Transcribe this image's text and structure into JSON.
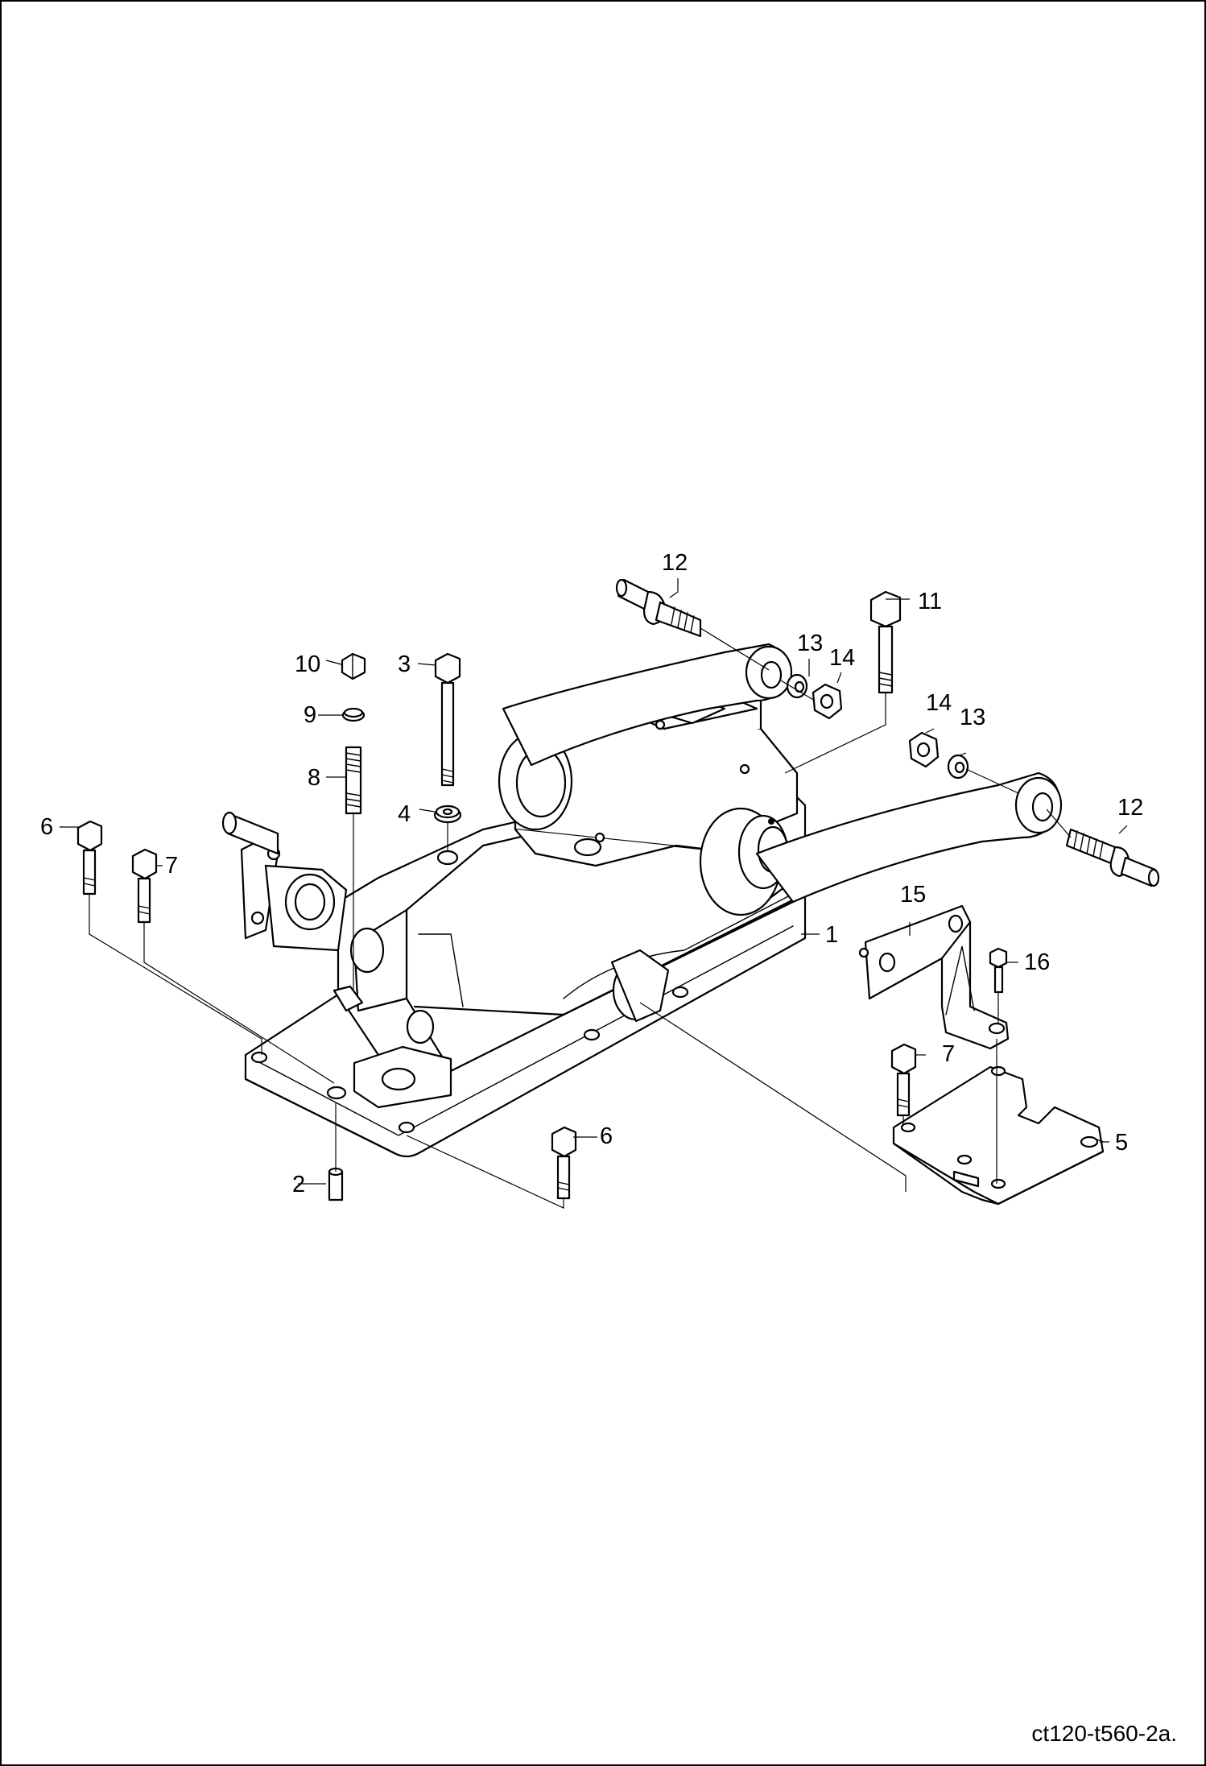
{
  "drawing_code": "ct120-t560-2a.",
  "callouts": {
    "c1": "1",
    "c2": "2",
    "c3": "3",
    "c4": "4",
    "c5": "5",
    "c6a": "6",
    "c6b": "6",
    "c7a": "7",
    "c7b": "7",
    "c8": "8",
    "c9": "9",
    "c10": "10",
    "c11": "11",
    "c12a": "12",
    "c12b": "12",
    "c13a": "13",
    "c13b": "13",
    "c14a": "14",
    "c14b": "14",
    "c15": "15",
    "c16": "16"
  },
  "colors": {
    "line": "#000000",
    "background": "#ffffff"
  }
}
